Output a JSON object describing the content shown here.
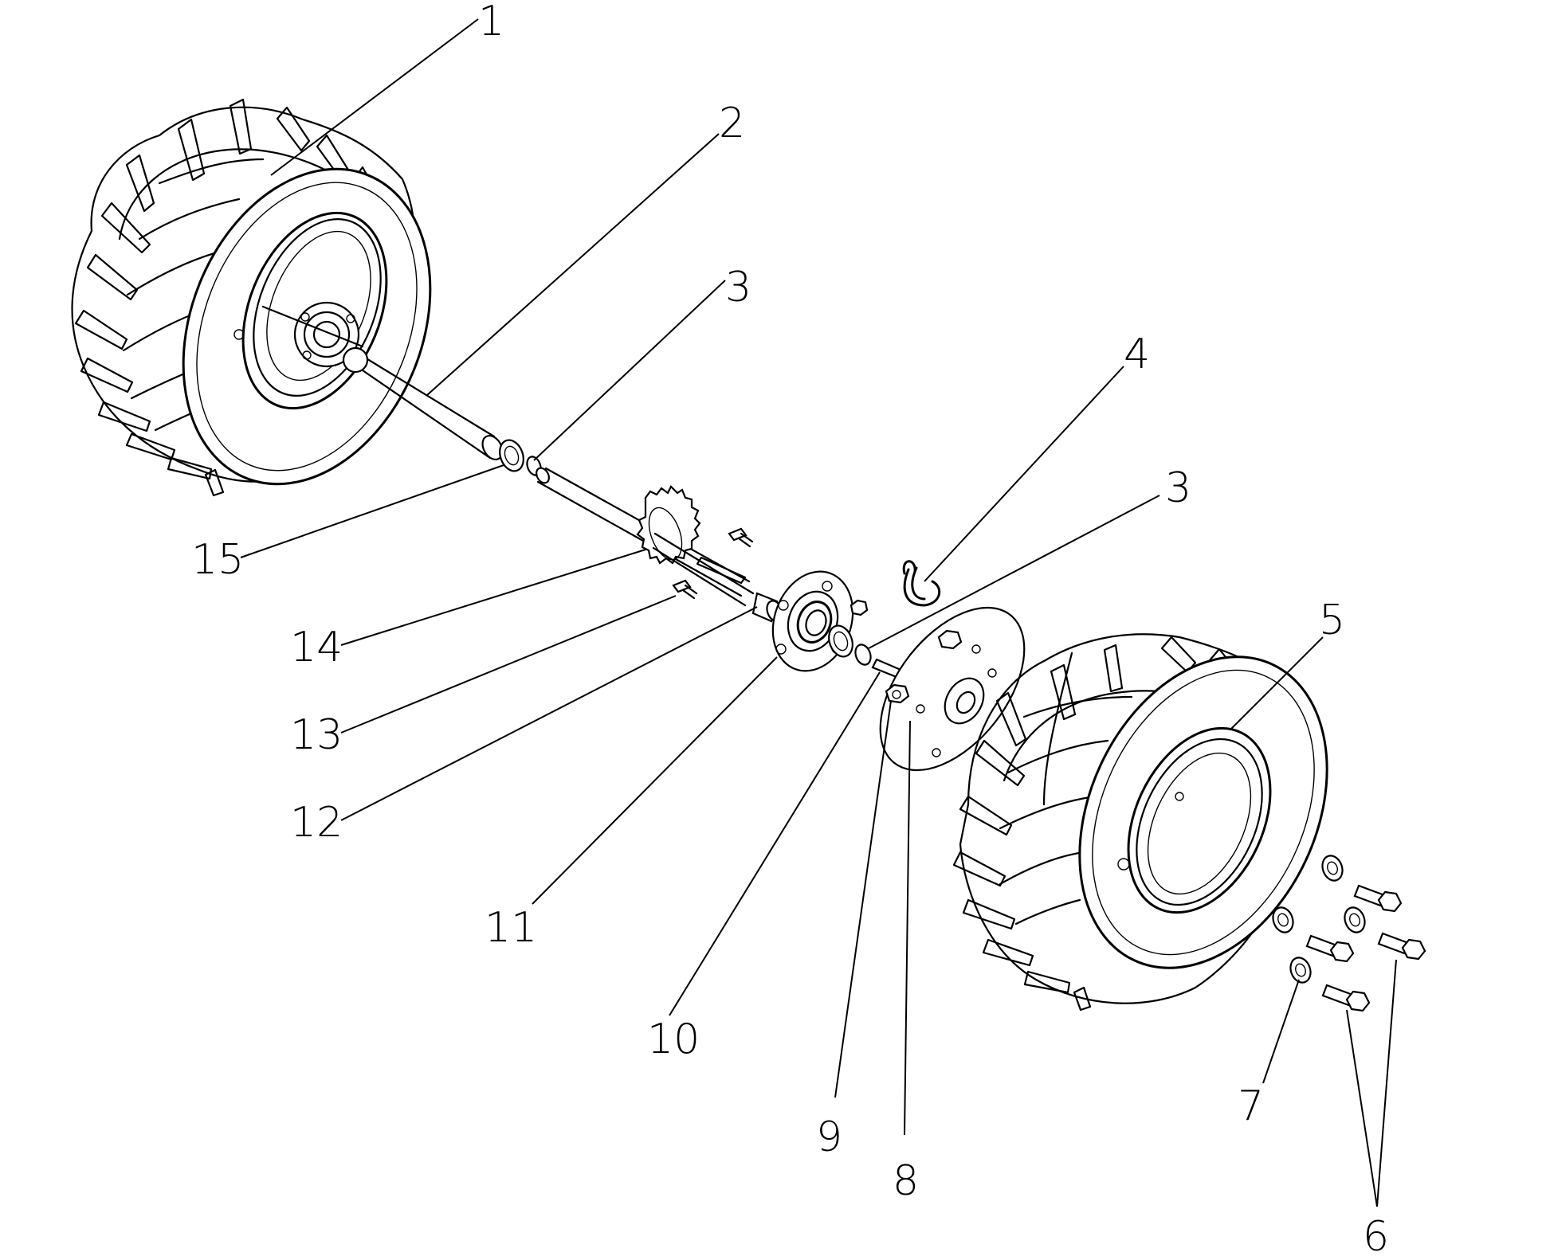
{
  "diagram": {
    "callouts": [
      {
        "id": "c1",
        "label": "1"
      },
      {
        "id": "c2",
        "label": "2"
      },
      {
        "id": "c3a",
        "label": "3"
      },
      {
        "id": "c4",
        "label": "4"
      },
      {
        "id": "c3b",
        "label": "3"
      },
      {
        "id": "c5",
        "label": "5"
      },
      {
        "id": "c15",
        "label": "15"
      },
      {
        "id": "c14",
        "label": "14"
      },
      {
        "id": "c13",
        "label": "13"
      },
      {
        "id": "c12",
        "label": "12"
      },
      {
        "id": "c11",
        "label": "11"
      },
      {
        "id": "c10",
        "label": "10"
      },
      {
        "id": "c9",
        "label": "9"
      },
      {
        "id": "c8",
        "label": "8"
      },
      {
        "id": "c7",
        "label": "7"
      },
      {
        "id": "c6",
        "label": "6"
      }
    ]
  },
  "colors": {
    "line": "#000000",
    "background": "#ffffff"
  }
}
